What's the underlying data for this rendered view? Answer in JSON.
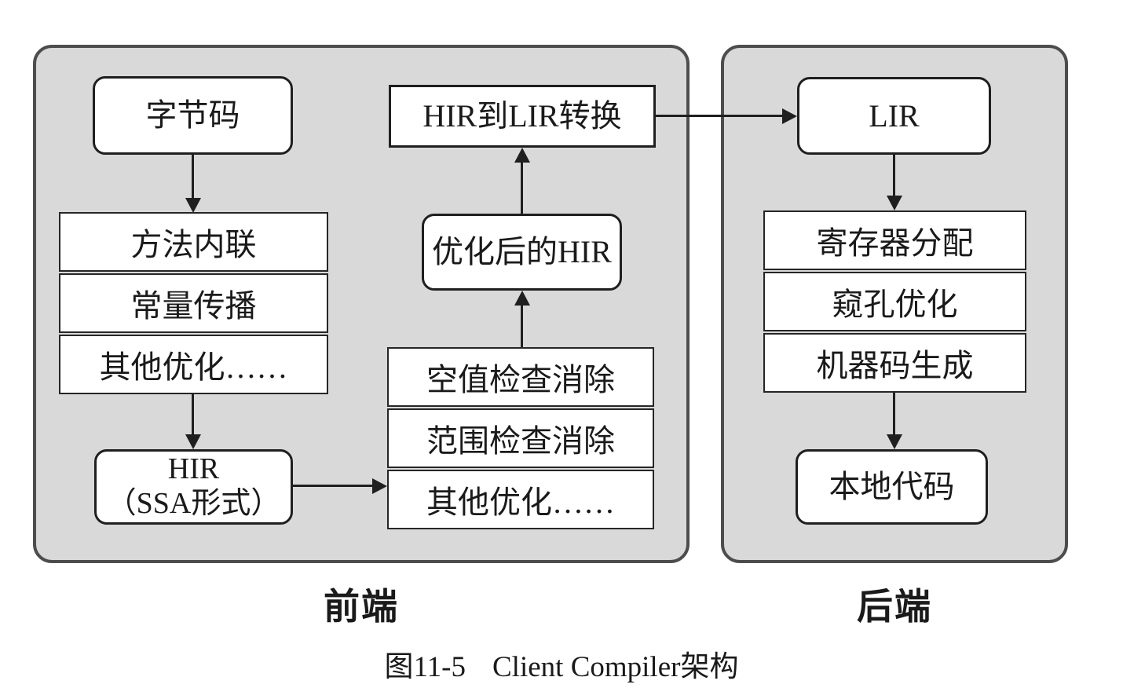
{
  "palette": {
    "panel_fill": "#d9d9d9",
    "panel_border": "#4d4d4d",
    "box_fill": "#ffffff",
    "box_border": "#1f1f1f",
    "arrow": "#1f1f1f",
    "text": "#1a1a1a"
  },
  "frontend": {
    "label": "前端",
    "bytecode": "字节码",
    "opt_stack": [
      "方法内联",
      "常量传播",
      "其他优化……"
    ],
    "hir_line1": "HIR",
    "hir_line2": "（SSA形式）",
    "mid_stack": [
      "空值检查消除",
      "范围检查消除",
      "其他优化……"
    ],
    "optimized_hir": "优化后的HIR",
    "hir_to_lir": "HIR到LIR转换"
  },
  "backend": {
    "label": "后端",
    "lir": "LIR",
    "codegen_stack": [
      "寄存器分配",
      "窥孔优化",
      "机器码生成"
    ],
    "native_code": "本地代码"
  },
  "caption": {
    "figure_number": "图11-5",
    "title": "Client Compiler架构"
  }
}
